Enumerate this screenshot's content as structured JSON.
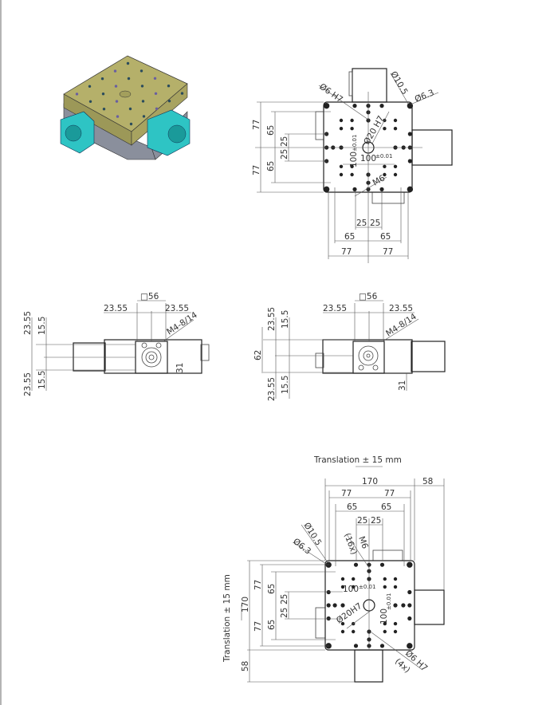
{
  "iso_view": {
    "plate_color": "#b5b06a",
    "motor_color": "#2ec4c4",
    "base_color": "#8a8f9c"
  },
  "top_view": {
    "labels": {
      "d6h7": "Ø6 H7",
      "d10_5": "Ø10.5",
      "d6_3": "Ø6.3",
      "d20h7": "Ø20 H7",
      "m6": "M6",
      "hundred_v": "100",
      "hundred_h": "100",
      "tol": "±0.01"
    },
    "left_dims": [
      "77",
      "77",
      "65",
      "65",
      "25",
      "25"
    ],
    "bottom_dims": [
      "25",
      "25",
      "65",
      "65",
      "77",
      "77"
    ]
  },
  "side_view_left": {
    "square": "□56",
    "left_offset": "23.55",
    "right_offset": "23.55",
    "thread": "M4-8/14",
    "v_dims": [
      "23.55",
      "15.5",
      "23.55",
      "15.5"
    ],
    "height": "31"
  },
  "side_view_right": {
    "square": "□56",
    "left_offset": "23.55",
    "right_offset": "23.55",
    "thread": "M4-8/14",
    "v_dims": [
      "23.55",
      "15.5",
      "23.55",
      "15.5"
    ],
    "total": "62",
    "height": "31"
  },
  "bottom_view": {
    "translation_x": "Translation ± 15 mm",
    "translation_y": "Translation ± 15 mm",
    "top_dims": {
      "width": "170",
      "motor": "58",
      "a77": "77",
      "b77": "77",
      "a65": "65",
      "b65": "65",
      "a25": "25",
      "b25": "25"
    },
    "left_dims": {
      "height": "170",
      "motor": "58",
      "a77": "77",
      "b77": "77",
      "a65": "65",
      "b65": "65",
      "a25": "25",
      "b25": "25"
    },
    "labels": {
      "d10_5": "Ø10.5",
      "d6_3": "Ø6.3",
      "m6": "M6",
      "m6_count": "(16x)",
      "hundred_h": "100",
      "hundred_v": "100",
      "tol": "±0.01",
      "d20h7": "Ø20H7",
      "d6h7": "Ø6 H7",
      "d6h7_count": "(4x)"
    }
  }
}
